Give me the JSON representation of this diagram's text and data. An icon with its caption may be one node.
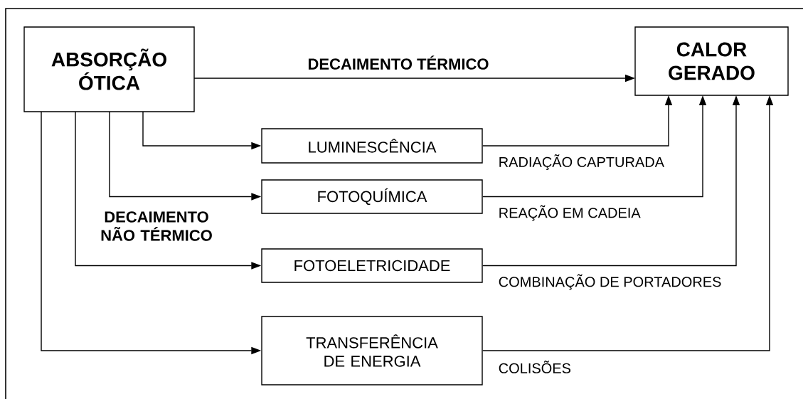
{
  "diagram": {
    "nodes": [
      {
        "text": [
          "ABSORÇÃO ÓTICA"
        ]
      },
      {
        "text": [
          "CALOR GERADO"
        ]
      },
      {
        "text": [
          "LUMINESCÊNCIA"
        ]
      },
      {
        "text": [
          "FOTOQUÍMICA"
        ]
      },
      {
        "text": [
          "FOTOELETRICIDADE"
        ]
      },
      {
        "text": [
          "TRANSFERÊNCIA DE ENERGIA"
        ]
      }
    ],
    "edges": [
      {
        "from": 0,
        "to": 1,
        "arrow": "to",
        "label": "DECAIMENTO TÉRMICO"
      },
      {
        "from": 0,
        "to": 2,
        "arrow": "to"
      },
      {
        "from": 0,
        "to": 3,
        "arrow": "to"
      },
      {
        "from": 0,
        "to": 4,
        "arrow": "to"
      },
      {
        "from": 0,
        "to": 5,
        "arrow": "to"
      },
      {
        "from": 2,
        "to": 1,
        "arrow": "to",
        "label": "RADIAÇÃO CAPTURADA"
      },
      {
        "from": 3,
        "to": 1,
        "arrow": "to",
        "label": "REAÇÃO EM CADEIA"
      },
      {
        "from": 4,
        "to": 1,
        "arrow": "to",
        "label": "COMBINAÇÃO DE PORTADORES"
      },
      {
        "from": 5,
        "to": 1,
        "arrow": "to",
        "label": "COLISÕES"
      }
    ],
    "labels": [
      "DECAIMENTO NÃO TÉRMICO"
    ]
  }
}
